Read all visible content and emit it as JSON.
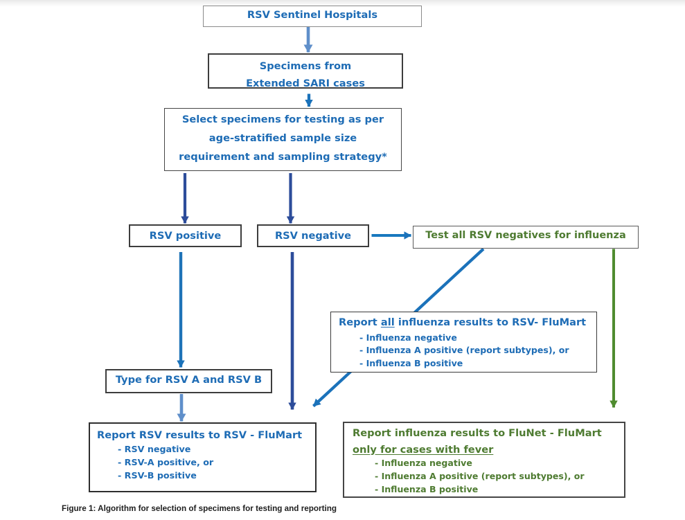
{
  "figure": {
    "caption": "Figure 1: Algorithm for selection of specimens for testing and reporting"
  },
  "colors": {
    "blue_text": "#1e6cb5",
    "green_text": "#4e7b31",
    "light_blue_arrow": "#5e8dc9",
    "medium_blue_arrow": "#1b6db7",
    "navy_arrow": "#2d4d98",
    "green_arrow": "#4e8b30"
  },
  "nodes": {
    "sentinel": {
      "label": "RSV Sentinel Hospitals"
    },
    "specimens": {
      "line1": "Specimens from",
      "line2": "Extended SARI cases"
    },
    "select": {
      "line1": "Select specimens for testing as per",
      "line2": "age-stratified sample size",
      "line3": "requirement and sampling strategy*"
    },
    "rsv_positive": {
      "label": "RSV positive"
    },
    "rsv_negative": {
      "label": "RSV negative"
    },
    "test_negatives": {
      "label": "Test all RSV negatives for influenza"
    },
    "report_influenza_flumart": {
      "title_prefix": "Report ",
      "title_underlined": "all",
      "title_suffix": " influenza results to RSV- FluMart",
      "items": [
        "- Influenza negative",
        "- Influenza A positive (report subtypes), or",
        "- Influenza B positive"
      ]
    },
    "type_rsv": {
      "label": "Type for RSV A and RSV B"
    },
    "report_rsv": {
      "title": "Report RSV results to RSV - FluMart",
      "items": [
        "- RSV negative",
        "- RSV-A positive, or",
        "- RSV-B positive"
      ]
    },
    "report_flunet": {
      "title": "Report influenza results to FluNet - FluMart",
      "subtitle": "only for cases with fever",
      "items": [
        "- Influenza negative",
        "- Influenza A positive (report subtypes), or",
        "- Influenza B positive"
      ]
    }
  }
}
